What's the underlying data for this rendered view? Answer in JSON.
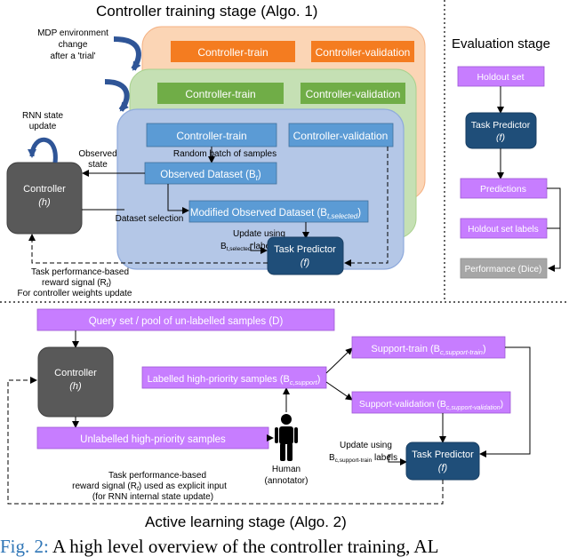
{
  "training": {
    "title": "Controller training stage (Algo. 1)",
    "trial_label_1": "MDP environment",
    "trial_label_2": "change",
    "trial_label_3": "after a 'trial'",
    "rnn_label_1": "RNN state",
    "rnn_label_2": "update",
    "layer1_train": "Controller-train",
    "layer1_val": "Controller-validation",
    "layer2_train": "Controller-train",
    "layer2_val": "Controller-validation",
    "layer3_train": "Controller-train",
    "layer3_val": "Controller-validation",
    "random_batch": "Random batch of samples",
    "observed_state_1": "Observed",
    "observed_state_2": "state",
    "observed_dataset": "Observed Dataset (B",
    "observed_dataset_sub": "t",
    "observed_dataset_end": ")",
    "controller": "Controller",
    "controller_h": "(h)",
    "dataset_selection": "Dataset selection",
    "modified_dataset": "Modified Observed Dataset (B",
    "modified_dataset_sub": "t,selected",
    "modified_dataset_end": ")",
    "update_using_1": "Update using",
    "update_using_2": "B",
    "update_using_sub": "t,selected",
    "update_using_3": " labels",
    "task_predictor": "Task Predictor",
    "task_predictor_f": "(f)",
    "reward_1": "Task performance-based",
    "reward_2": "reward signal (R",
    "reward_2_sub": "t",
    "reward_2_end": ")",
    "reward_3": "For controller weights update"
  },
  "evaluation": {
    "title": "Evaluation stage",
    "holdout_set": "Holdout set",
    "task_predictor": "Task Predictor",
    "task_predictor_f": "(f)",
    "predictions": "Predictions",
    "holdout_labels": "Holdout set labels",
    "performance": "Performance (Dice)"
  },
  "active": {
    "title": "Active learning stage (Algo. 2)",
    "query_set": "Query set / pool of un-labelled samples (D)",
    "controller": "Controller",
    "controller_h": "(h)",
    "labelled": "Labelled high-priority samples (B",
    "labelled_sub": "c,support",
    "labelled_end": ")",
    "support_train": "Support-train (B",
    "support_train_sub": "c,support-train",
    "support_train_end": ")",
    "support_val": "Support-validation (B",
    "support_val_sub": "c,support-validation",
    "support_val_end": ")",
    "unlabelled": "Unlabelled high-priority samples",
    "human_1": "Human",
    "human_2": "(annotator)",
    "update_using_1": "Update using",
    "update_using_2": "B",
    "update_using_sub": "c,support-train",
    "update_using_3": " labels",
    "task_predictor": "Task Predictor",
    "task_predictor_f": "(f)",
    "reward_1": "Task performance-based",
    "reward_2": "reward signal (R",
    "reward_2_sub": "t",
    "reward_2_end": ") used as explicit input",
    "reward_3": "(for RNN internal state update)"
  },
  "caption": {
    "fig": "Fig. 2:",
    "text": " A high level overview of the controller training, AL"
  },
  "colors": {
    "orange_bg": "#fbd5b5",
    "orange_box": "#f47c20",
    "green_bg": "#c5e0b4",
    "green_box": "#70ad47",
    "blue_bg": "#b4c7e7",
    "blue_box": "#5b9bd5",
    "navy": "#1f4e79",
    "gray_dark": "#595959",
    "purple": "#c77dff",
    "gray_light": "#a6a6a6",
    "caption_blue": "#2e75b6"
  }
}
